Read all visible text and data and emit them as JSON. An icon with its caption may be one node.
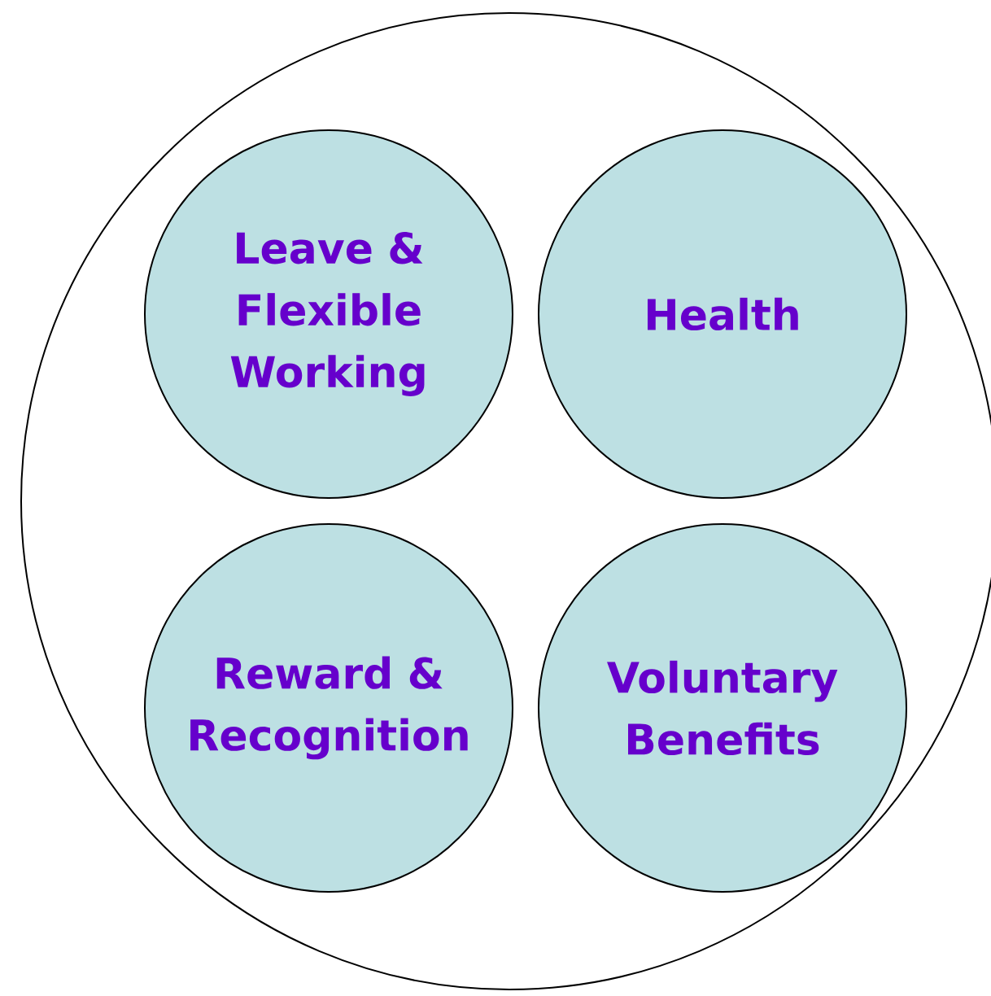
{
  "diagram": {
    "nodes": [
      {
        "text": [],
        "shape": "circle"
      },
      {
        "text": [
          "Leave & Flexible Working"
        ],
        "in": 0
      },
      {
        "text": [
          "Health"
        ],
        "in": 0
      },
      {
        "text": [
          "Reward & Recognition"
        ],
        "in": 0
      },
      {
        "text": [
          "Voluntary Benefits"
        ],
        "in": 0
      }
    ]
  }
}
